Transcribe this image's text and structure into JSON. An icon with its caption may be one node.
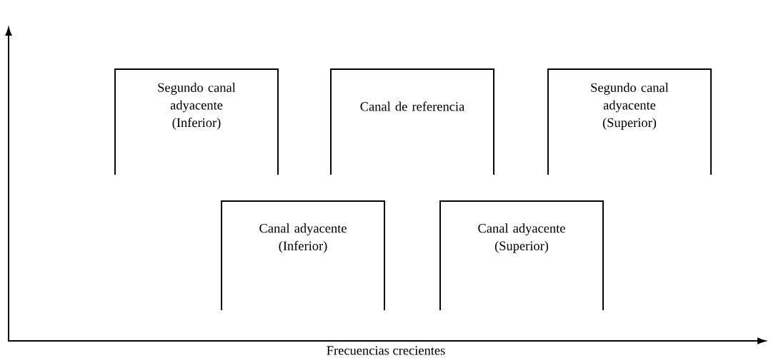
{
  "diagram": {
    "nodes": [
      {
        "text": [
          "Segundo canal adyacente (Inferior)"
        ]
      },
      {
        "text": [
          "Canal de referencia"
        ]
      },
      {
        "text": [
          "Segundo canal adyacente (Superior)"
        ]
      },
      {
        "text": [
          "Canal adyacente (Inferior)"
        ]
      },
      {
        "text": [
          "Canal adyacente (Superior)"
        ]
      }
    ],
    "labels": [
      "Frecuencias crecientes"
    ]
  }
}
